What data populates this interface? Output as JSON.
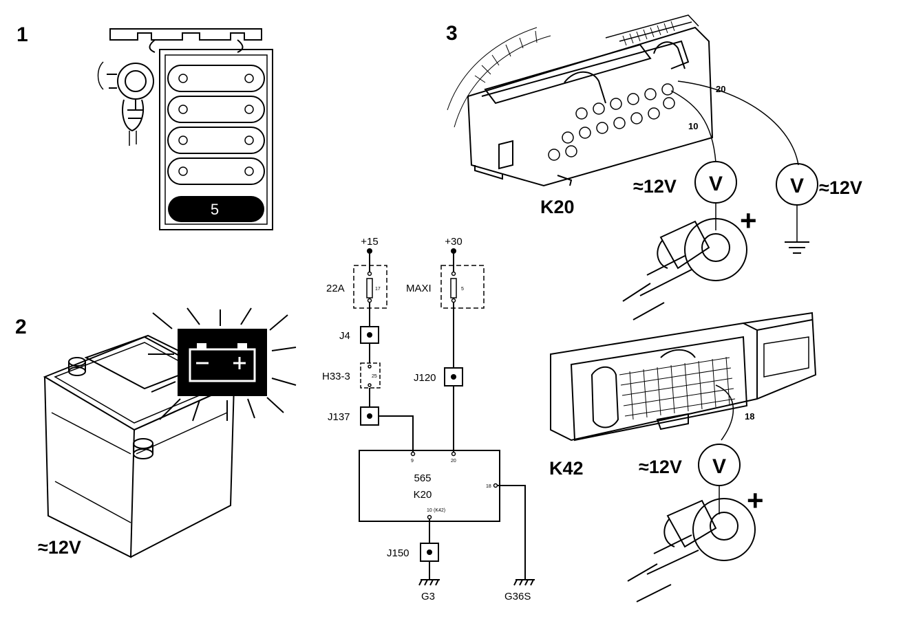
{
  "steps": {
    "s1": "1",
    "s2": "2",
    "s3": "3"
  },
  "fusebox": {
    "fuse_number": "5"
  },
  "battery": {
    "voltage": "≈12V"
  },
  "connector_k20": {
    "label": "K20",
    "pin_20": "20",
    "pin_10": "10",
    "volt_left": "≈12V",
    "volt_right": "≈12V",
    "meter_symbol": "V",
    "plus": "+"
  },
  "connector_k42": {
    "label": "K42",
    "pin_18": "18",
    "volt": "≈12V",
    "meter_symbol": "V",
    "plus": "+"
  },
  "schematic": {
    "supply_15": "+15",
    "supply_30": "+30",
    "fuse_22a": "22A",
    "fuse_22a_no": "17",
    "fuse_maxi": "MAXI",
    "fuse_maxi_no": "5",
    "j4": "J4",
    "h33": "H33-3",
    "h33_no": "25",
    "j120": "J120",
    "j137": "J137",
    "ecu_code": "565",
    "ecu_name": "K20",
    "ecu_pin_9": "9",
    "ecu_pin_20": "20",
    "ecu_pin_18": "18",
    "ecu_pin_10": "10",
    "ecu_pin_10_note": "(K42)",
    "j150": "J150",
    "g3": "G3",
    "g36s": "G36S"
  }
}
